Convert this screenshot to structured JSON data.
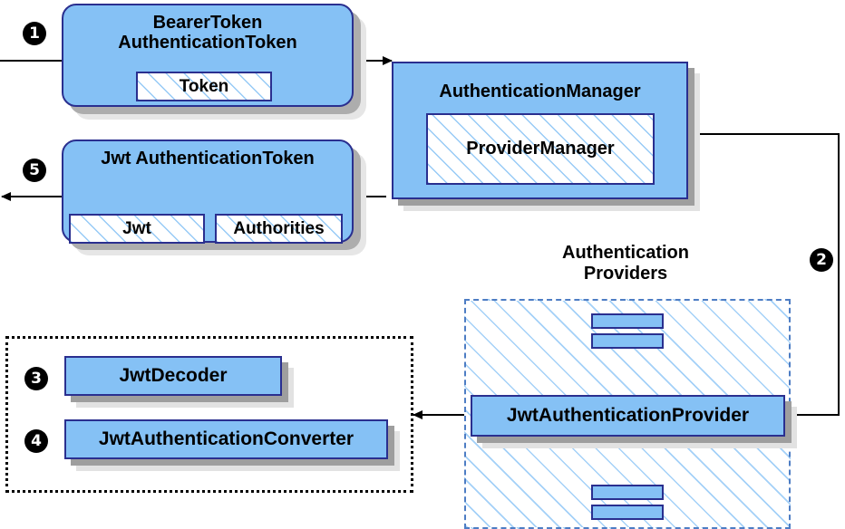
{
  "diagram": {
    "title": "Spring Security JWT Bearer Token Authentication Flow",
    "colors": {
      "node_fill": "#85c1f5",
      "node_border": "#2a2f8f",
      "hatch_line": "#85c1f5",
      "shadow_dark": "#9e9e9e",
      "shadow_light": "#e2e2e2",
      "group_dashed_border": "#4d7dc4",
      "group_dotted_border": "#000000",
      "connector": "#000000",
      "step_badge_fill": "#000000",
      "step_badge_text": "#ffffff"
    }
  },
  "nodes": {
    "bearer_token": {
      "label": "BearerToken\nAuthenticationToken",
      "inner": {
        "token": "Token"
      }
    },
    "authentication_manager": {
      "label": "AuthenticationManager",
      "inner": {
        "provider_manager": "ProviderManager"
      }
    },
    "jwt_token": {
      "label": "Jwt\nAuthenticationToken",
      "inner": {
        "jwt": "Jwt",
        "authorities": "Authorities"
      }
    },
    "providers_group": {
      "title": "Authentication\nProviders",
      "provider": "JwtAuthenticationProvider",
      "collapsed_count_top": 2,
      "collapsed_count_bottom": 2
    },
    "jwt_decoder": {
      "label": "JwtDecoder"
    },
    "jwt_authentication_converter": {
      "label": "JwtAuthenticationConverter"
    }
  },
  "steps": [
    {
      "number": "➀",
      "digit": "1",
      "target": "bearer_token"
    },
    {
      "number": "➁",
      "digit": "2",
      "target": "authentication-providers"
    },
    {
      "number": "➂",
      "digit": "3",
      "target": "jwt_decoder"
    },
    {
      "number": "➃",
      "digit": "4",
      "target": "jwt_authentication_converter"
    },
    {
      "number": "➄",
      "digit": "5",
      "target": "jwt_token"
    }
  ]
}
